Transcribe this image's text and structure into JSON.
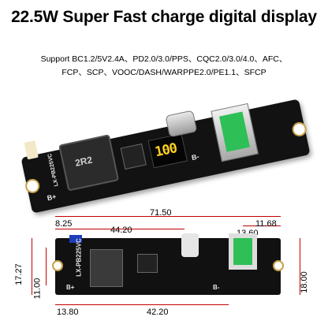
{
  "header": {
    "title": "22.5W Super Fast charge digital display",
    "support_line_1": "Support BC1.2/5V2.4A、PD2.0/3.0/PPS、CQC2.0/3.0/4.0、AFC、",
    "support_line_2": "FCP、SCP、VOOC/DASH/WARPPE2.0/PE1.1、SFCP"
  },
  "product_photo": {
    "inductor_label": "2R2",
    "display_value": "100",
    "model_label": "LX-PB225VC",
    "b_plus": "B+",
    "b_minus": "B-"
  },
  "dimension_diagram": {
    "model_label": "LX-PB225VC",
    "b_plus": "B+",
    "b_minus": "B-",
    "dimensions": {
      "total_length": "71.50",
      "left_offset": "8.25",
      "mid_span": "44.20",
      "right_span": "11.68",
      "usb_width": "13.60",
      "height_total": "17.27",
      "height_inner": "11.00",
      "height_right": "18.00",
      "bottom_left": "13.80",
      "bottom_span": "42.20"
    }
  }
}
